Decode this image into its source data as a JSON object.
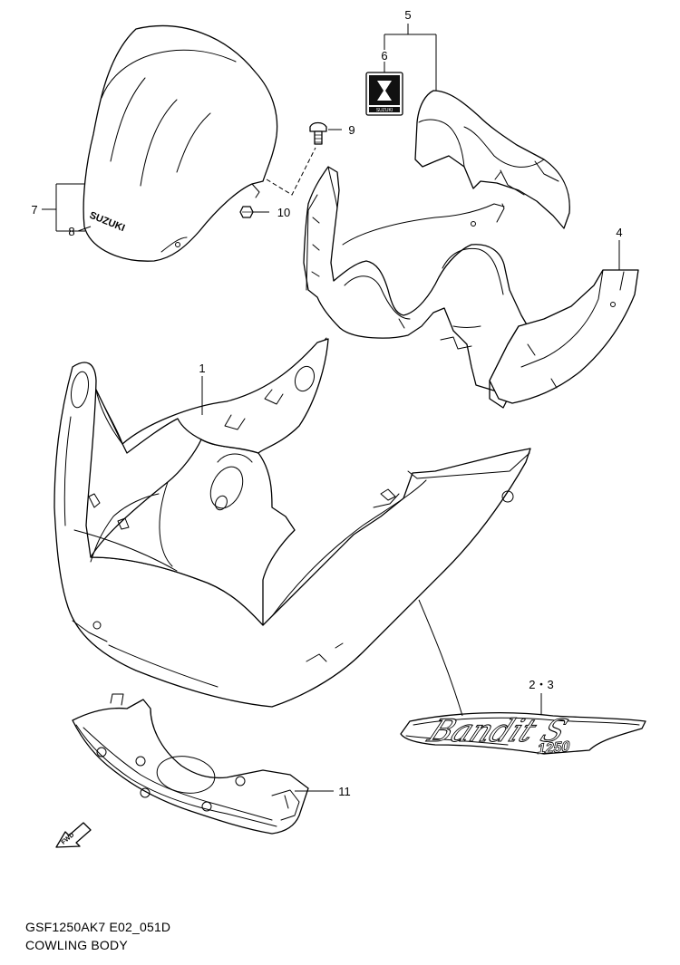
{
  "callouts": {
    "c1": "1",
    "c23": "2・3",
    "c4": "4",
    "c5": "5",
    "c6": "6",
    "c7": "7",
    "c8": "8",
    "c9": "9",
    "c10": "10",
    "c11": "11"
  },
  "embossed": {
    "windscreen_logo": "SUZUKI",
    "emblem_small": "SUZUKI",
    "bandit_script": "Bandit S",
    "bandit_displacement": "1250",
    "fwd": "FWD"
  },
  "caption": {
    "diagram_code": "GSF1250AK7 E02_051D",
    "title": "COWLING BODY"
  }
}
